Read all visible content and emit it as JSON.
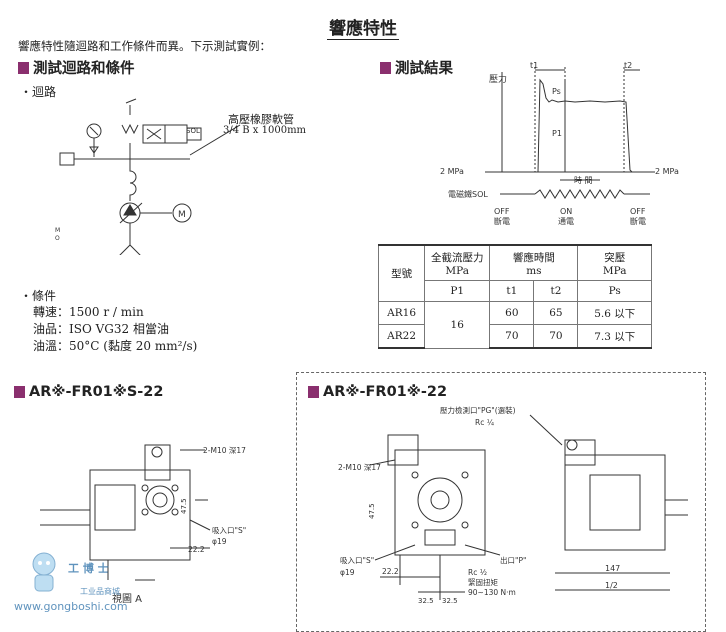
{
  "title": "響應特性",
  "intro": "響應特性隨迴路和工作條件而異。下示測試實例：",
  "test_circuit": {
    "heading": "測試迴路和條件",
    "circuit_label": "・迴路",
    "hose_label_1": "高壓橡膠軟管",
    "hose_label_2": "3/4 B x 1000mm",
    "sol_label": "SOL",
    "m_label": "M"
  },
  "conditions": {
    "heading": "・條件",
    "speed": "轉速：1500 r / min",
    "oil": "油品：ISO VG32 相當油",
    "temp": "油溫：50°C (黏度 20 mm²/s)"
  },
  "test_result": {
    "heading": "測試結果",
    "t1": "t1",
    "t2": "t2",
    "pressure_axis": "壓力",
    "ps": "Ps",
    "p1": "P1",
    "mpa_left": "2 MPa",
    "mpa_right": "2 MPa",
    "time": "時  間",
    "sol_line": "電磁鐵SOL",
    "off1": "OFF",
    "off1_cn": "斷電",
    "on": "ON",
    "on_cn": "通電",
    "off2": "OFF",
    "off2_cn": "斷電"
  },
  "table": {
    "col_model": "型號",
    "col_flow": "全截流壓力",
    "col_flow_unit": "MPa",
    "col_resp": "響應時間",
    "col_resp_unit": "ms",
    "col_surge": "突壓",
    "col_surge_unit": "MPa",
    "sub_p1": "P1",
    "sub_t1": "t1",
    "sub_t2": "t2",
    "sub_ps": "Ps",
    "rows": [
      {
        "model": "AR16",
        "p1": "16",
        "t1": "60",
        "t2": "65",
        "ps": "5.6 以下"
      },
      {
        "model": "AR22",
        "p1": "",
        "t1": "70",
        "t2": "70",
        "ps": "7.3 以下"
      }
    ]
  },
  "drawing_left": {
    "heading": "AR※-FR01※S-22",
    "label_bolt": "2-M10 深17",
    "label_dim1": "47.5",
    "label_inlet": "吸入口\"S\"",
    "label_phi": "φ19",
    "label_dim2": "22.2",
    "label_view": "視圖 A"
  },
  "drawing_right": {
    "heading": "AR※-FR01※-22",
    "label_pg": "壓力檢測口\"PG\"(選裝)",
    "label_rc": "Rc ¼",
    "label_bolt": "2-M10 深17",
    "label_dim1": "47.5",
    "label_inlet": "吸入口\"S\"",
    "label_phi": "φ19",
    "label_dim2": "22.2",
    "label_outlet": "出口\"P\"",
    "label_rc2": "Rc ½",
    "label_torque": "緊固扭矩",
    "label_torque_val": "90~130 N·m",
    "label_d1": "32.5",
    "label_d2": "32.5",
    "label_d3": "147",
    "label_d4": "1/2"
  },
  "watermark": {
    "brand": "工 博 士",
    "sub": "工业品商城",
    "url": "www.gongboshi.com"
  }
}
